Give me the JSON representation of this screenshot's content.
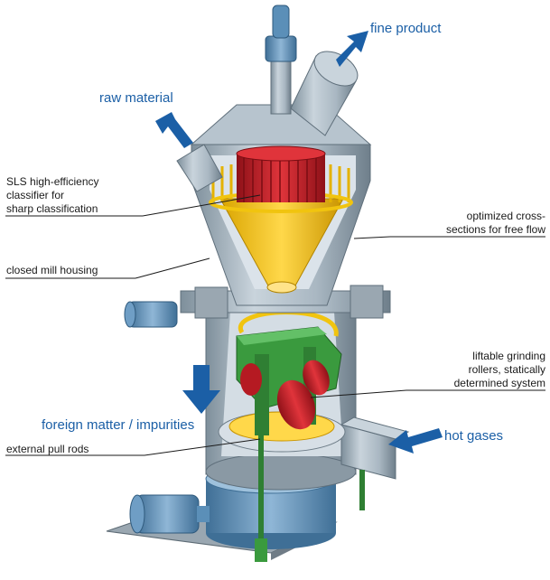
{
  "labels": {
    "fine_product": "fine product",
    "raw_material": "raw material",
    "classifier_l1": "SLS high-efficiency",
    "classifier_l2": "classifier for",
    "classifier_l3": "sharp classification",
    "cross_l1": "optimized cross-",
    "cross_l2": "sections for free flow",
    "housing": "closed mill housing",
    "rollers_l1": "liftable grinding",
    "rollers_l2": "rollers, statically",
    "rollers_l3": "determined system",
    "foreign": "foreign matter / impurities",
    "hot_gases": "hot gases",
    "pull_rods": "external pull rods"
  },
  "colors": {
    "arrow": "#1b5fa6",
    "housing": "#aab8c3",
    "classifier_rotor": "#c8202a",
    "cone": "#f1c40f",
    "grinding_frame": "#3a9a3e",
    "motor": "#5b8fb8"
  }
}
